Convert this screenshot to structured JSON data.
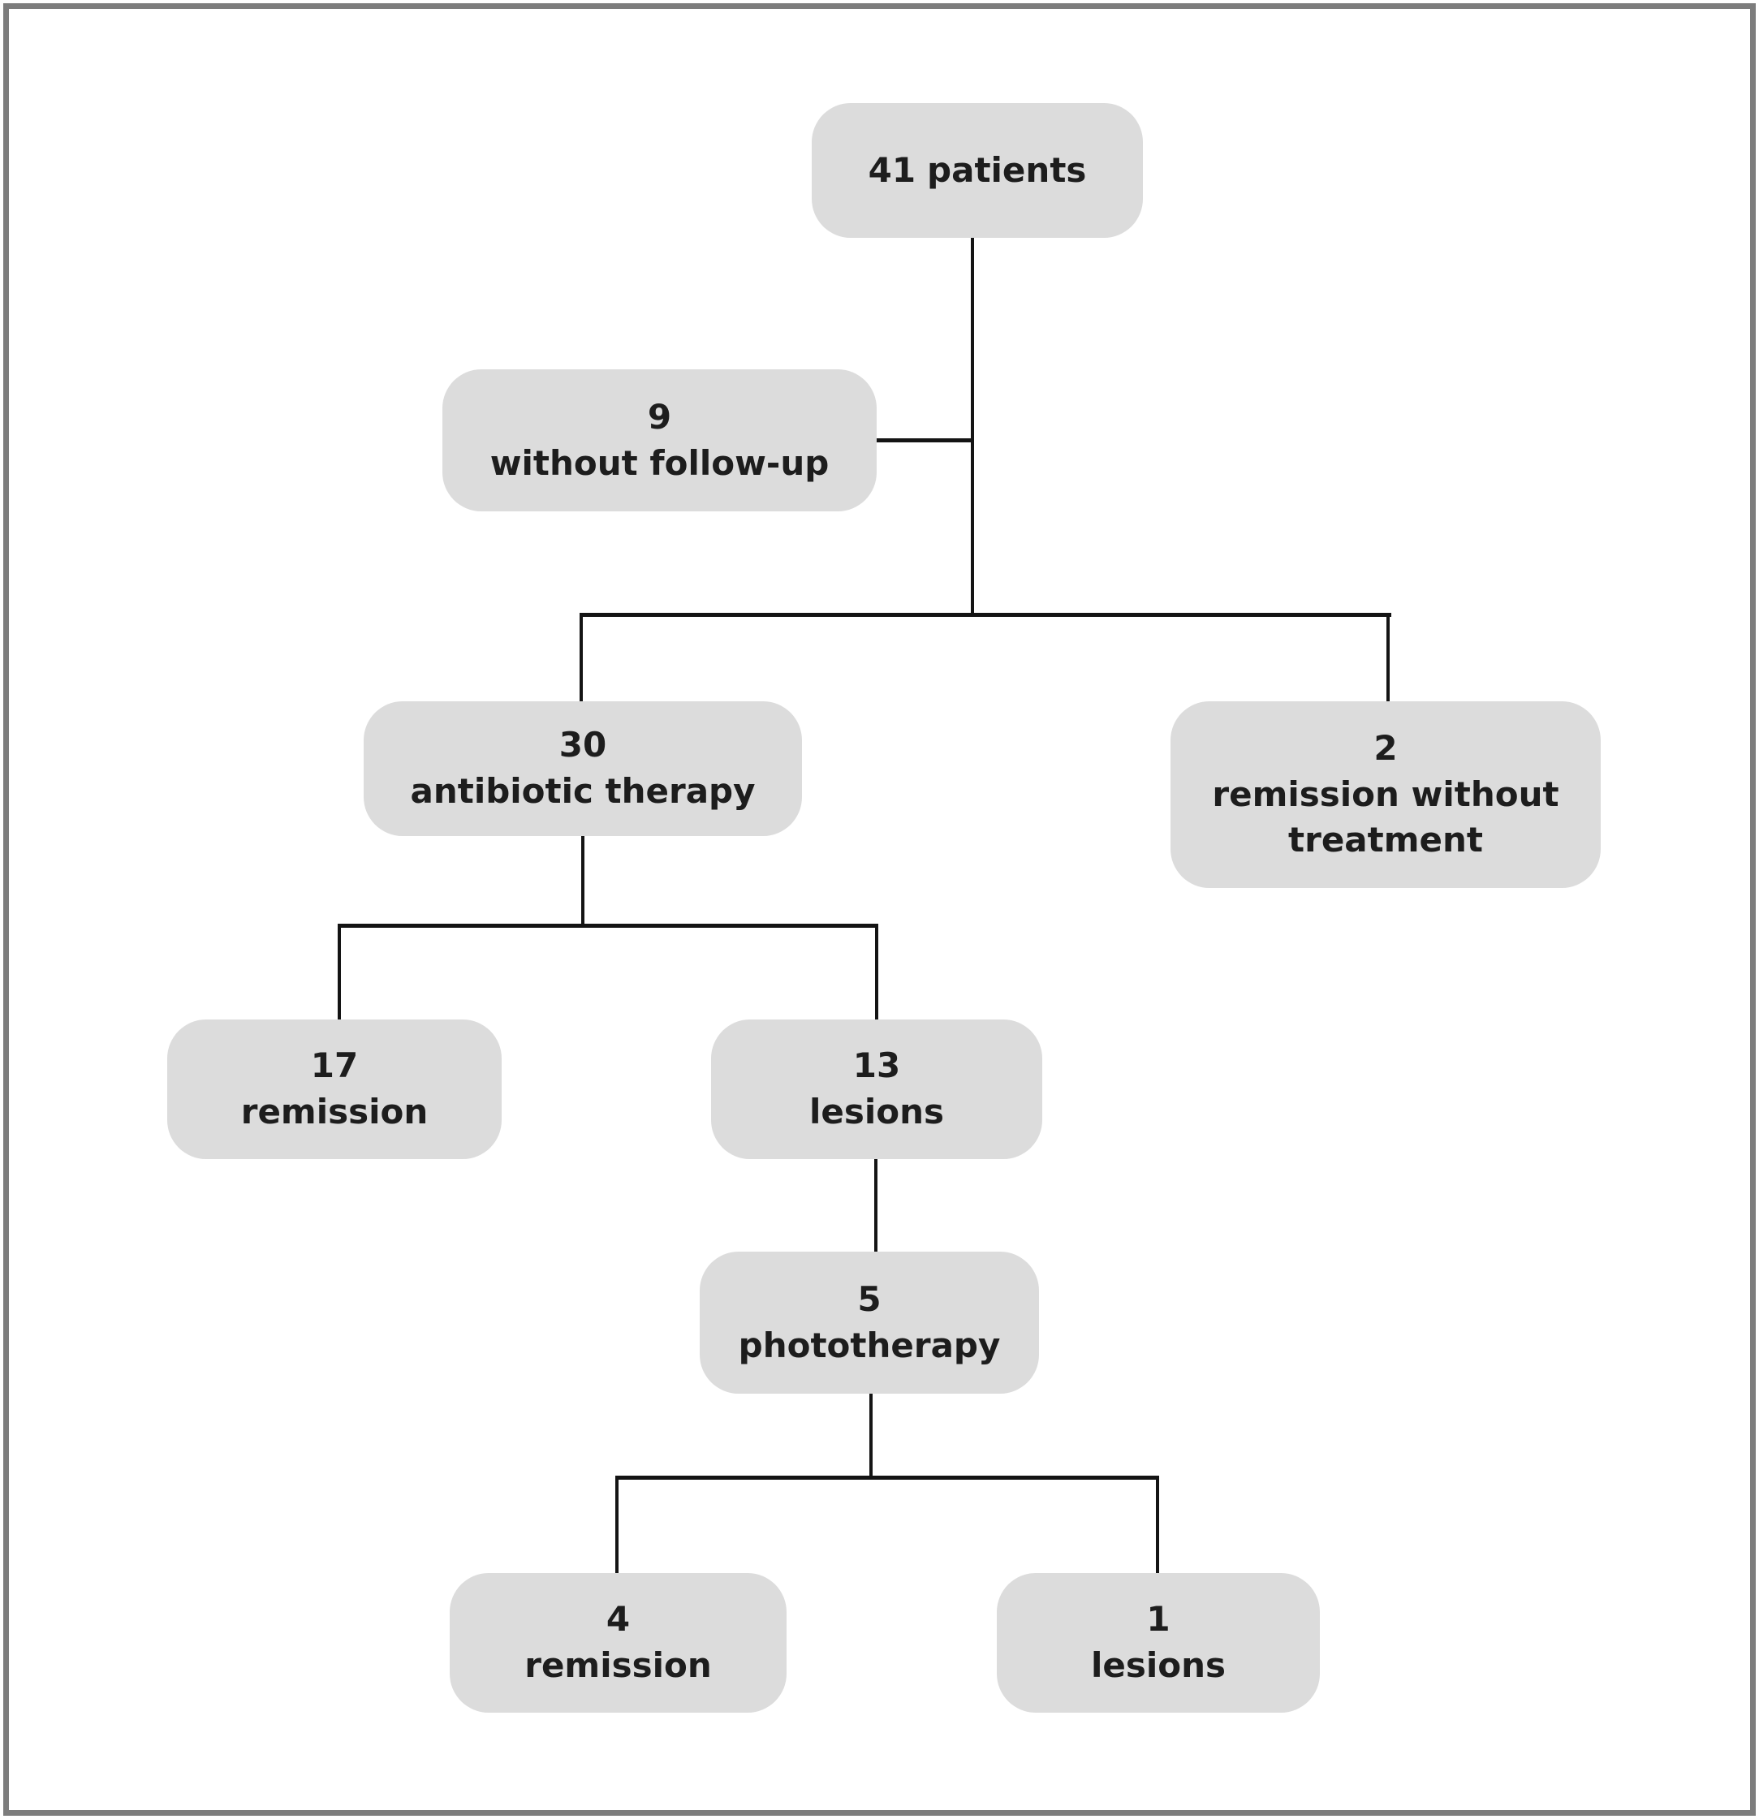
{
  "figure": {
    "type": "flowchart",
    "description": "Patient treatment flow diagram",
    "colors": {
      "box_fill": "#dcdcdc",
      "connector": "#141414",
      "text": "#1d1d1d",
      "frame_border": "#7d7d7d",
      "background": "#ffffff"
    }
  },
  "nodes": {
    "patients": {
      "count": "41",
      "label": "patients"
    },
    "no_followup": {
      "count": "9",
      "label": "without follow-up"
    },
    "antibiotic": {
      "count": "30",
      "label": "antibiotic therapy"
    },
    "remission_no_treatment": {
      "count": "2",
      "label": "remission without treatment"
    },
    "remission_after_antibiotic": {
      "count": "17",
      "label": "remission"
    },
    "lesions_after_antibiotic": {
      "count": "13",
      "label": "lesions"
    },
    "phototherapy": {
      "count": "5",
      "label": "phototherapy"
    },
    "remission_after_phototherapy": {
      "count": "4",
      "label": "remission"
    },
    "lesions_after_phototherapy": {
      "count": "1",
      "label": "lesions"
    }
  },
  "edges": [
    {
      "from": "41 patients",
      "to": "9 without follow-up"
    },
    {
      "from": "41 patients",
      "to": "30 antibiotic therapy"
    },
    {
      "from": "41 patients",
      "to": "2 remission without treatment"
    },
    {
      "from": "30 antibiotic therapy",
      "to": "17 remission"
    },
    {
      "from": "30 antibiotic therapy",
      "to": "13 lesions"
    },
    {
      "from": "13 lesions",
      "to": "5 phototherapy"
    },
    {
      "from": "5 phototherapy",
      "to": "4 remission"
    },
    {
      "from": "5 phototherapy",
      "to": "1 lesions"
    }
  ]
}
